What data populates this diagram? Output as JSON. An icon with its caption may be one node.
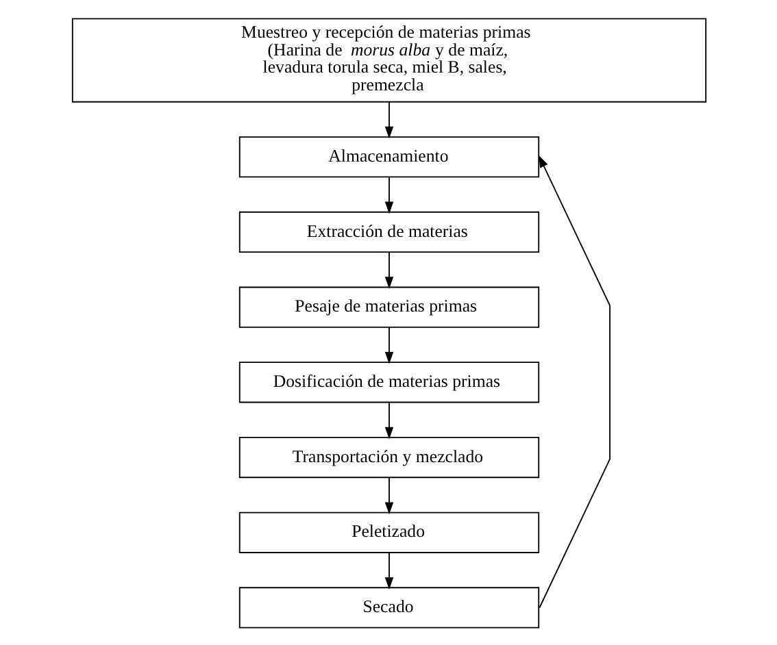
{
  "diagram": {
    "nodes": [
      {
        "text": [
          "Muestreo y recepción de materias primas (Harina de *morus alba* y de maíz, levadura torula seca, miel B, sales, premezcla"
        ]
      },
      {
        "text": [
          "Almacenamiento"
        ]
      },
      {
        "text": [
          "Extracción de materias"
        ]
      },
      {
        "text": [
          "Pesaje de materias primas"
        ]
      },
      {
        "text": [
          "Dosificación de materias primas"
        ]
      },
      {
        "text": [
          "Transportación y mezclado"
        ]
      },
      {
        "text": [
          "Peletizado"
        ]
      },
      {
        "text": [
          "Secado"
        ]
      }
    ],
    "edges": [
      {
        "from": 0,
        "to": 1,
        "arrow": "to"
      },
      {
        "from": 1,
        "to": 2,
        "arrow": "to"
      },
      {
        "from": 2,
        "to": 3,
        "arrow": "to"
      },
      {
        "from": 3,
        "to": 4,
        "arrow": "to"
      },
      {
        "from": 4,
        "to": 5,
        "arrow": "to"
      },
      {
        "from": 5,
        "to": 6,
        "arrow": "to"
      },
      {
        "from": 6,
        "to": 7,
        "arrow": "to"
      },
      {
        "from": 7,
        "to": 1,
        "arrow": "to"
      }
    ]
  }
}
